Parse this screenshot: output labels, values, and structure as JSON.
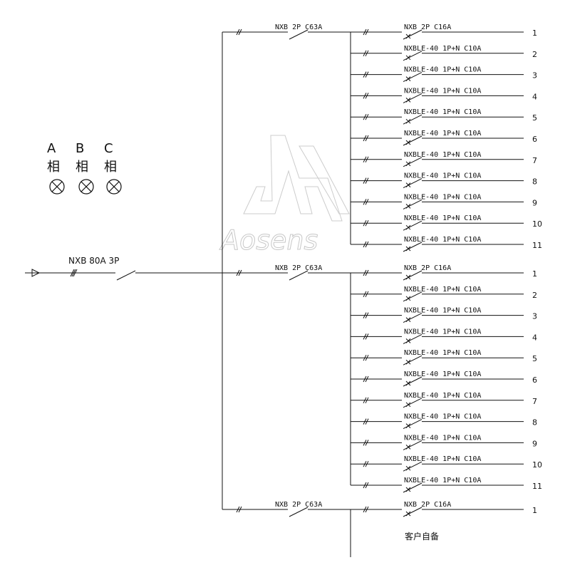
{
  "main_breaker_label": "NXB 80A 3P",
  "phases": [
    {
      "letter": "A",
      "char": "相"
    },
    {
      "letter": "B",
      "char": "相"
    },
    {
      "letter": "C",
      "char": "相"
    }
  ],
  "watermark": "Aosens",
  "groups": [
    {
      "breaker": "NXB 2P C63A",
      "circuits": [
        {
          "label": "NXB 2P C16A",
          "no": "1"
        },
        {
          "label": "NXBLE-40 1P+N C10A",
          "no": "2"
        },
        {
          "label": "NXBLE-40 1P+N C10A",
          "no": "3"
        },
        {
          "label": "NXBLE-40 1P+N C10A",
          "no": "4"
        },
        {
          "label": "NXBLE-40 1P+N C10A",
          "no": "5"
        },
        {
          "label": "NXBLE-40 1P+N C10A",
          "no": "6"
        },
        {
          "label": "NXBLE-40 1P+N C10A",
          "no": "7"
        },
        {
          "label": "NXBLE-40 1P+N C10A",
          "no": "8"
        },
        {
          "label": "NXBLE-40 1P+N C10A",
          "no": "9"
        },
        {
          "label": "NXBLE-40 1P+N C10A",
          "no": "10"
        },
        {
          "label": "NXBLE-40 1P+N C10A",
          "no": "11"
        }
      ]
    },
    {
      "breaker": "NXB 2P C63A",
      "circuits": [
        {
          "label": "NXB 2P C16A",
          "no": "1"
        },
        {
          "label": "NXBLE-40 1P+N C10A",
          "no": "2"
        },
        {
          "label": "NXBLE-40 1P+N C10A",
          "no": "3"
        },
        {
          "label": "NXBLE-40 1P+N C10A",
          "no": "4"
        },
        {
          "label": "NXBLE-40 1P+N C10A",
          "no": "5"
        },
        {
          "label": "NXBLE-40 1P+N C10A",
          "no": "6"
        },
        {
          "label": "NXBLE-40 1P+N C10A",
          "no": "7"
        },
        {
          "label": "NXBLE-40 1P+N C10A",
          "no": "8"
        },
        {
          "label": "NXBLE-40 1P+N C10A",
          "no": "9"
        },
        {
          "label": "NXBLE-40 1P+N C10A",
          "no": "10"
        },
        {
          "label": "NXBLE-40 1P+N C10A",
          "no": "11"
        }
      ]
    },
    {
      "breaker": "NXB 2P C63A",
      "circuits": [
        {
          "label": "NXB 2P C16A",
          "no": "1"
        }
      ],
      "note": "客户自备"
    }
  ]
}
